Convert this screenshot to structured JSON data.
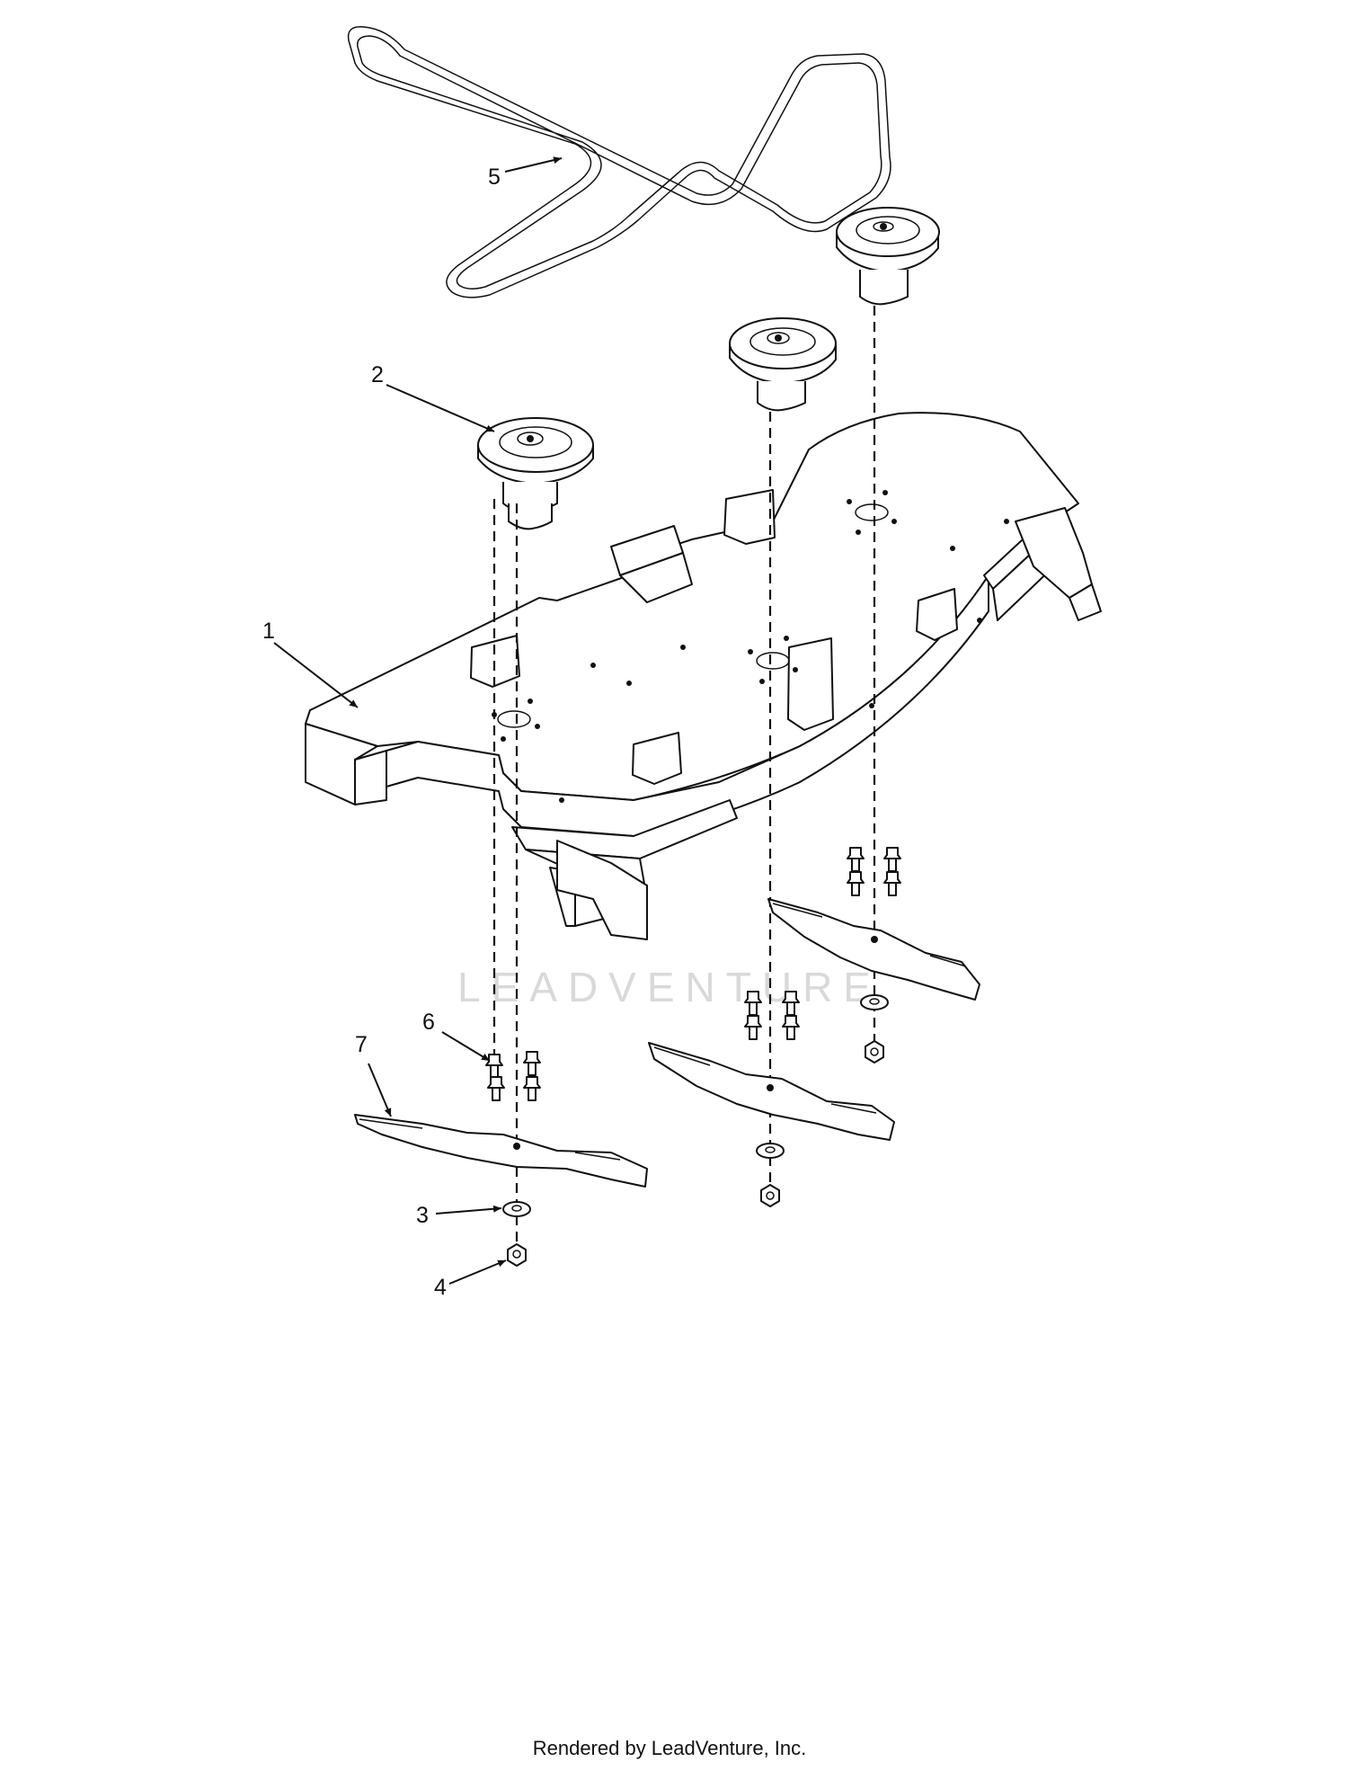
{
  "watermark": "LEADVENTURE",
  "footer": "Rendered by LeadVenture, Inc.",
  "callouts": [
    {
      "number": "1",
      "part": "deck-shell"
    },
    {
      "number": "2",
      "part": "spindle"
    },
    {
      "number": "3",
      "part": "washer"
    },
    {
      "number": "4",
      "part": "nut"
    },
    {
      "number": "5",
      "part": "belt"
    },
    {
      "number": "6",
      "part": "bolt"
    },
    {
      "number": "7",
      "part": "blade"
    }
  ]
}
